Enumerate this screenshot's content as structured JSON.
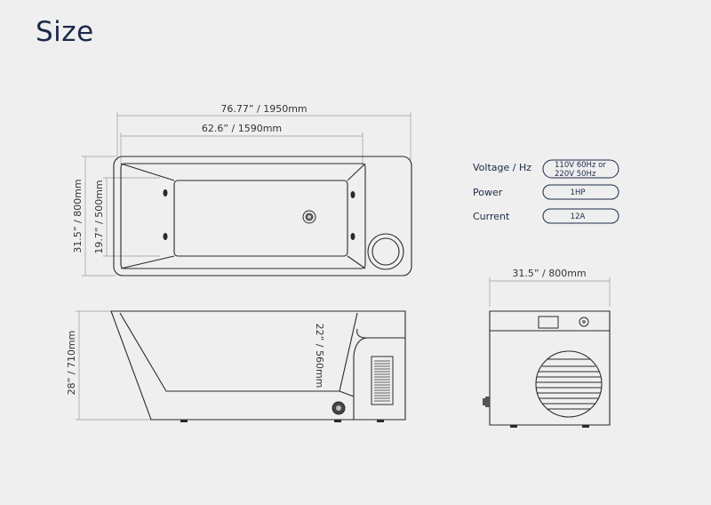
{
  "title": "Size",
  "top_view": {
    "overall_length": "76.77”  / 1950mm",
    "inner_length": "62.6”  / 1590mm",
    "overall_width": "31.5”  / 800mm",
    "inner_width": "19.7”  / 500mm"
  },
  "side_view": {
    "overall_height": "28”  / 710mm",
    "inner_depth": "22”  / 560mm"
  },
  "end_view": {
    "width": "31.5”  / 800mm"
  },
  "specs": [
    {
      "label": "Voltage / Hz",
      "value_line1": "110V 60Hz  or",
      "value_line2": "220V 50Hz"
    },
    {
      "label": "Power",
      "value": "1HP"
    },
    {
      "label": "Current",
      "value": "12A"
    }
  ],
  "colors": {
    "background": "#efefef",
    "line": "#2a2a2a",
    "dimension_line": "#9a9a9a",
    "title": "#1c2a4a",
    "pill_border": "#1c2a4a"
  }
}
